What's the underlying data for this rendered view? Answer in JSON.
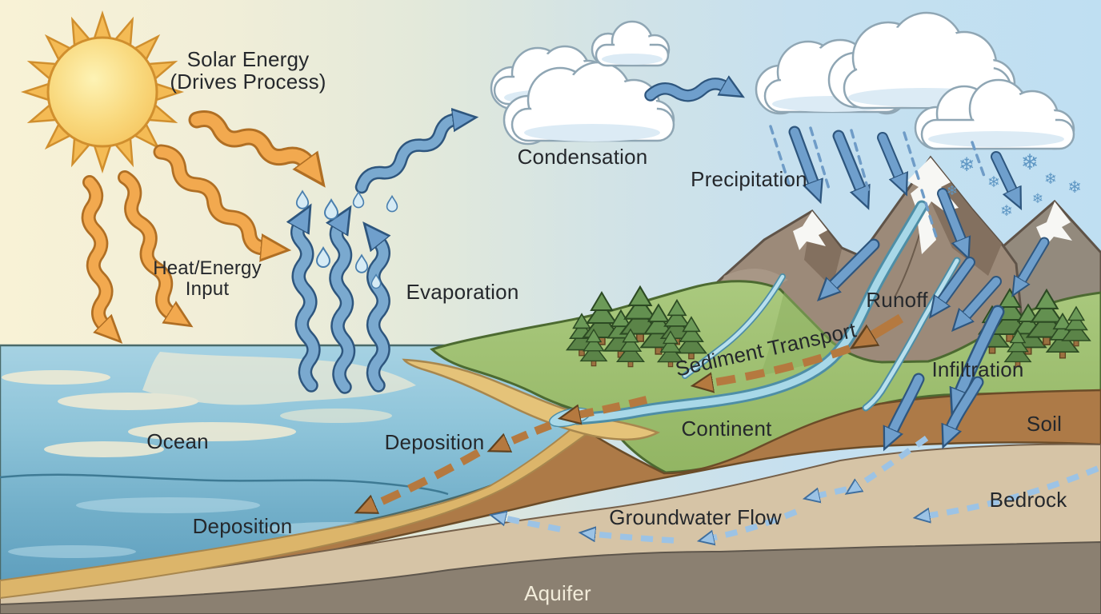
{
  "labels": {
    "solar_energy_line1": "Solar Energy",
    "solar_energy_line2": "(Drives Process)",
    "heat_energy_line1": "Heat/Energy",
    "heat_energy_line2": "Input",
    "condensation": "Condensation",
    "precipitation": "Precipitation",
    "evaporation": "Evaporation",
    "runoff": "Runoff",
    "sediment_transport": "Sediment Transport",
    "infiltration": "Infiltration",
    "continent": "Continent",
    "soil": "Soil",
    "bedrock": "Bedrock",
    "deposition_coast": "Deposition",
    "deposition_ocean": "Deposition",
    "groundwater_flow": "Groundwater Flow",
    "aquifer": "Aquifer",
    "ocean": "Ocean"
  },
  "icons": {
    "snowflake_glyph": "❄"
  },
  "colors": {
    "sun": "#f5c25a",
    "solar_arrow": "#f2a94f",
    "evaporation_arrow": "#6f9fcc",
    "precipitation_arrow": "#6f9fcc",
    "groundwater_arrow": "#9cc3e5",
    "sediment_arrow": "#b5793f",
    "ocean_water": "#7cb5cc",
    "continent_green": "#9dbe70",
    "soil_layer": "#ad7a47",
    "bedrock_layer": "#d6c4a6",
    "aquifer_layer": "#8b8071",
    "label_text": "#25282c"
  }
}
